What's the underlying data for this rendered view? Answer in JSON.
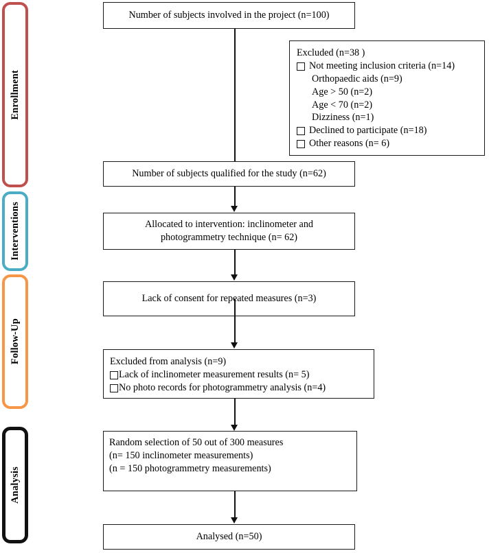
{
  "diagram": {
    "title": "CONSORT-style study flow diagram",
    "phases": [
      {
        "label": "Enrollment",
        "color": "#C0504D"
      },
      {
        "label": "Interventions",
        "color": "#4BACC6"
      },
      {
        "label": "Follow-Up",
        "color": "#F79646"
      },
      {
        "label": "Analysis",
        "color": "#111111"
      }
    ],
    "boxes": {
      "enrolled": "Number of subjects involved in the project (n=100)",
      "qualified": "Number of subjects qualified for the study (n=62)",
      "allocated": "Allocated to intervention: inclinometer and\nphotogrammetry technique (n= 62)",
      "lack_consent": "Lack of consent for repeated measures (n=3)",
      "random_selection": "Random selection of 50 out of 300 measures\n(n= 150 inclinometer measurements)\n(n = 150 photogrammetry measurements)",
      "analysed": "Analysed  (n=50)"
    },
    "excluded_box": {
      "heading": "Excluded  (n=38 )",
      "rows": [
        {
          "checkbox": true,
          "indent": false,
          "text": "Not meeting inclusion criteria (n=14)"
        },
        {
          "checkbox": false,
          "indent": true,
          "text": "Orthopaedic aids (n=9)"
        },
        {
          "checkbox": false,
          "indent": true,
          "text": "Age > 50  (n=2)"
        },
        {
          "checkbox": false,
          "indent": true,
          "text": "Age < 70  (n=2)"
        },
        {
          "checkbox": false,
          "indent": true,
          "text": "Dizziness (n=1)"
        },
        {
          "checkbox": true,
          "indent": false,
          "text": "Declined to participate (n=18)"
        },
        {
          "checkbox": true,
          "indent": false,
          "text": "Other reasons (n= 6)"
        }
      ]
    },
    "excluded_analysis_box": {
      "heading": "Excluded from analysis (n=9)",
      "rows": [
        {
          "checkbox": true,
          "indent": false,
          "text": "Lack of inclinometer measurement results (n= 5)"
        },
        {
          "checkbox": true,
          "indent": false,
          "text": "No photo records for photogrammetry analysis  (n=4)"
        }
      ]
    }
  }
}
